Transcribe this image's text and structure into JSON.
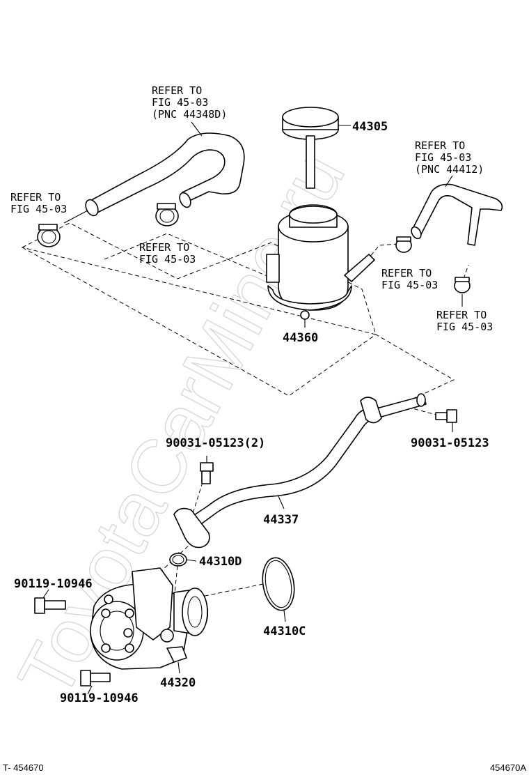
{
  "watermark": "ToyotaCarMine.ru",
  "footer": {
    "left": "T- 454670",
    "right": "454670A"
  },
  "refer": {
    "hose_upper": [
      "REFER TO",
      "FIG 45-03",
      "(PNC 44348D)"
    ],
    "clamp_left": [
      "REFER TO",
      "FIG 45-03"
    ],
    "clamp_mid": [
      "REFER TO",
      "FIG 45-03"
    ],
    "hose_right": [
      "REFER TO",
      "FIG 45-03",
      "(PNC 44412)"
    ],
    "clamp_right_upper": [
      "REFER TO",
      "FIG 45-03"
    ],
    "clamp_right_lower": [
      "REFER TO",
      "FIG 45-03"
    ]
  },
  "parts": {
    "cap": "44305",
    "reservoir": "44360",
    "bolt_top": "90031-05123(2)",
    "bolt_right": "90031-05123",
    "pipe": "44337",
    "oring_d": "44310D",
    "oring_c": "44310C",
    "bolt_pump_upper": "90119-10946",
    "bolt_pump_lower": "90119-10946",
    "pump": "44320"
  }
}
